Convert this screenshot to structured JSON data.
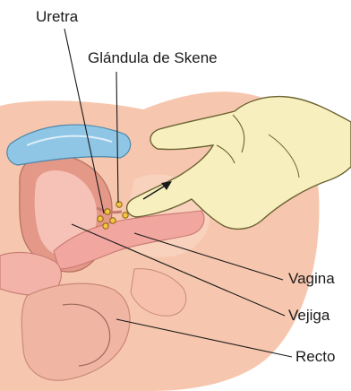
{
  "labels": {
    "uretra": "Uretra",
    "skene": "Glándula de Skene",
    "vagina": "Vagina",
    "vejiga": "Vejiga",
    "recto": "Recto"
  }
}
